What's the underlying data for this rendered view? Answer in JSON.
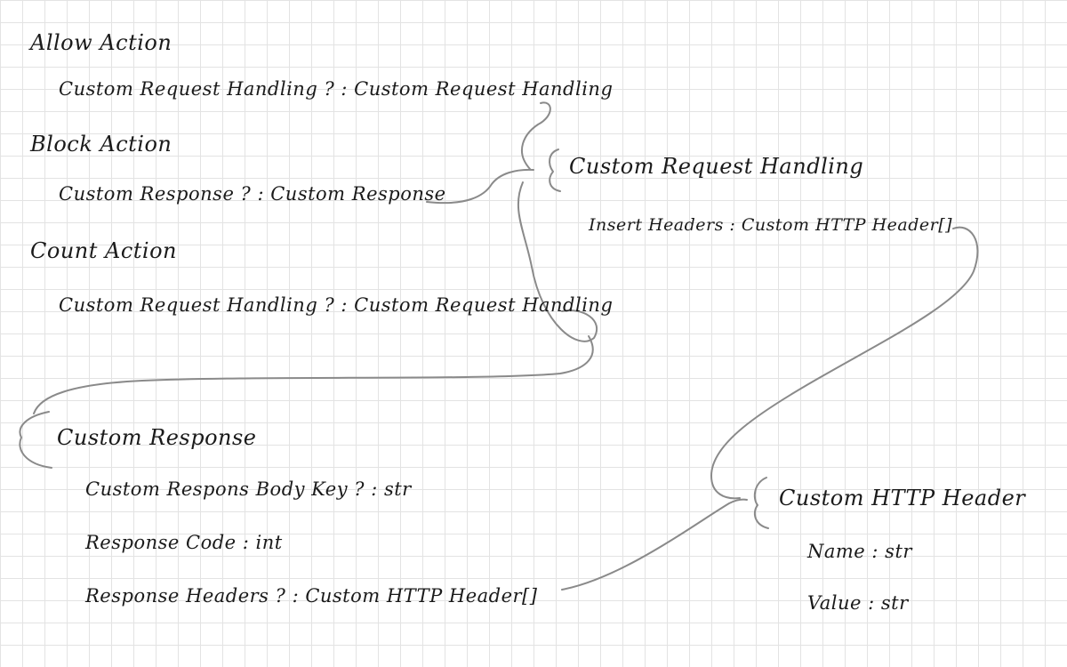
{
  "allow_action": {
    "title": "Allow Action",
    "field": "Custom Request Handling ? : Custom Request Handling"
  },
  "block_action": {
    "title": "Block Action",
    "field": "Custom Response ? : Custom Response"
  },
  "count_action": {
    "title": "Count Action",
    "field": "Custom Request Handling ? : Custom Request Handling"
  },
  "custom_request_handling": {
    "title": "Custom Request Handling",
    "field": "Insert Headers : Custom HTTP Header[]"
  },
  "custom_response": {
    "title": "Custom Response",
    "fields": [
      "Custom Respons Body Key ? : str",
      "Response Code : int",
      "Response Headers ? : Custom HTTP Header[]"
    ]
  },
  "custom_http_header": {
    "title": "Custom HTTP Header",
    "fields": [
      "Name : str",
      "Value : str"
    ]
  },
  "colors": {
    "ink": "#1a1a1a",
    "connector": "#8a8a8a",
    "grid": "#e3e3e3",
    "paper": "#ffffff"
  }
}
